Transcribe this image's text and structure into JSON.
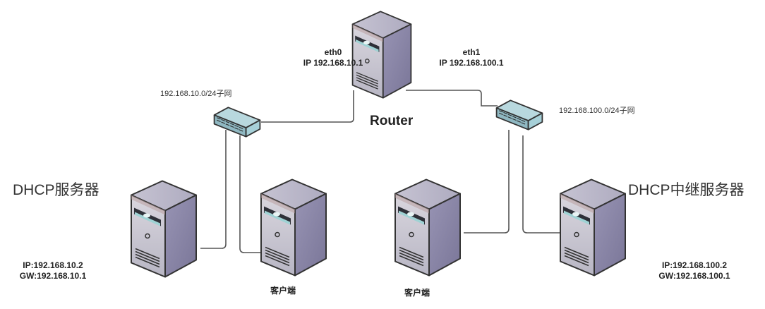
{
  "router": {
    "label": "Router",
    "eth0": {
      "name": "eth0",
      "ip": "IP 192.168.10.1"
    },
    "eth1": {
      "name": "eth1",
      "ip": "IP 192.168.100.1"
    }
  },
  "subnets": {
    "left": "192.168.10.0/24子网",
    "right": "192.168.100.0/24子网"
  },
  "dhcp_server": {
    "title": "DHCP服务器",
    "ip": "IP:192.168.10.2",
    "gw": "GW:192.168.10.1"
  },
  "dhcp_relay": {
    "title": "DHCP中继服务器",
    "ip": "IP:192.168.100.2",
    "gw": "GW:192.168.100.1"
  },
  "clients": {
    "left": "客户端",
    "right": "客户端"
  },
  "colors": {
    "server_front": "#c8c8d2",
    "server_side": "#8a86a8",
    "server_top": "#b4b2c4",
    "switch_front": "#9fc4cc",
    "switch_top": "#b8d8de",
    "wire": "#555555"
  }
}
